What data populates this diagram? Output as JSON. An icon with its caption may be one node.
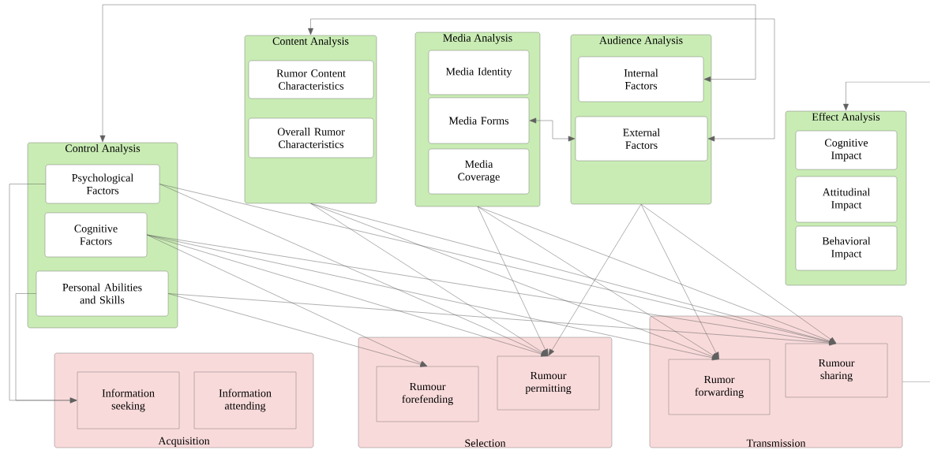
{
  "diagram": {
    "nodes": [
      {
        "text": [
          "Content Analysis"
        ]
      },
      {
        "text": [
          "Rumor Content Characteristics"
        ],
        "in": 0
      },
      {
        "text": [
          "Overall Rumor Characteristics"
        ],
        "in": 0
      },
      {
        "text": [
          "Media Analysis"
        ]
      },
      {
        "text": [
          "Media Identity"
        ],
        "in": 3
      },
      {
        "text": [
          "Media Forms"
        ],
        "in": 3
      },
      {
        "text": [
          "Media Coverage"
        ],
        "in": 3
      },
      {
        "text": [
          "Audience Analysis"
        ]
      },
      {
        "text": [
          "Internal Factors"
        ],
        "in": 7
      },
      {
        "text": [
          "External Factors"
        ],
        "in": 7
      },
      {
        "text": [
          "Control Analysis"
        ]
      },
      {
        "text": [
          "Psychological Factors"
        ],
        "in": 10
      },
      {
        "text": [
          "Cognitive Factors"
        ],
        "in": 10
      },
      {
        "text": [
          "Personal Abilities and Skills"
        ],
        "in": 10
      },
      {
        "text": [
          "Effect Analysis"
        ]
      },
      {
        "text": [
          "Cognitive Impact"
        ],
        "in": 14
      },
      {
        "text": [
          "Attitudinal Impact"
        ],
        "in": 14
      },
      {
        "text": [
          "Behavioral Impact"
        ],
        "in": 14
      },
      {
        "text": [
          "Acquisition"
        ]
      },
      {
        "text": [
          "Information seeking"
        ],
        "in": 18
      },
      {
        "text": [
          "Information attending"
        ],
        "in": 18
      },
      {
        "text": [
          "Selection"
        ]
      },
      {
        "text": [
          "Rumour forefending"
        ],
        "in": 21
      },
      {
        "text": [
          "Rumour permitting"
        ],
        "in": 21
      },
      {
        "text": [
          "Transmission"
        ]
      },
      {
        "text": [
          "Rumor forwarding"
        ],
        "in": 24
      },
      {
        "text": [
          "Rumour sharing"
        ],
        "in": 24
      }
    ],
    "edges": [
      {
        "from": 8,
        "to": 10,
        "arrow": "both"
      },
      {
        "from": 9,
        "to": 0,
        "arrow": "both"
      },
      {
        "from": 5,
        "to": 9,
        "arrow": "both"
      },
      {
        "from": null,
        "to": 14,
        "arrow": "to"
      },
      {
        "from": 24,
        "to": null,
        "arrow": "none"
      },
      {
        "from": 11,
        "to": 19,
        "arrow": "to"
      },
      {
        "from": 13,
        "to": 19,
        "arrow": "to"
      },
      {
        "from": 11,
        "to": 23,
        "arrow": "to"
      },
      {
        "from": 11,
        "to": 26,
        "arrow": "to"
      },
      {
        "from": 12,
        "to": 22,
        "arrow": "to"
      },
      {
        "from": 12,
        "to": 23,
        "arrow": "to"
      },
      {
        "from": 12,
        "to": 25,
        "arrow": "to"
      },
      {
        "from": 12,
        "to": 26,
        "arrow": "to"
      },
      {
        "from": 13,
        "to": 22,
        "arrow": "to"
      },
      {
        "from": 13,
        "to": 26,
        "arrow": "to"
      },
      {
        "from": 0,
        "to": 23,
        "arrow": "to"
      },
      {
        "from": 0,
        "to": 25,
        "arrow": "to"
      },
      {
        "from": 0,
        "to": 26,
        "arrow": "to"
      },
      {
        "from": 3,
        "to": 23,
        "arrow": "to"
      },
      {
        "from": 3,
        "to": 25,
        "arrow": "to"
      },
      {
        "from": 3,
        "to": 26,
        "arrow": "to"
      },
      {
        "from": 7,
        "to": 23,
        "arrow": "to"
      },
      {
        "from": 7,
        "to": 25,
        "arrow": "to"
      },
      {
        "from": 7,
        "to": 26,
        "arrow": "to"
      }
    ]
  }
}
